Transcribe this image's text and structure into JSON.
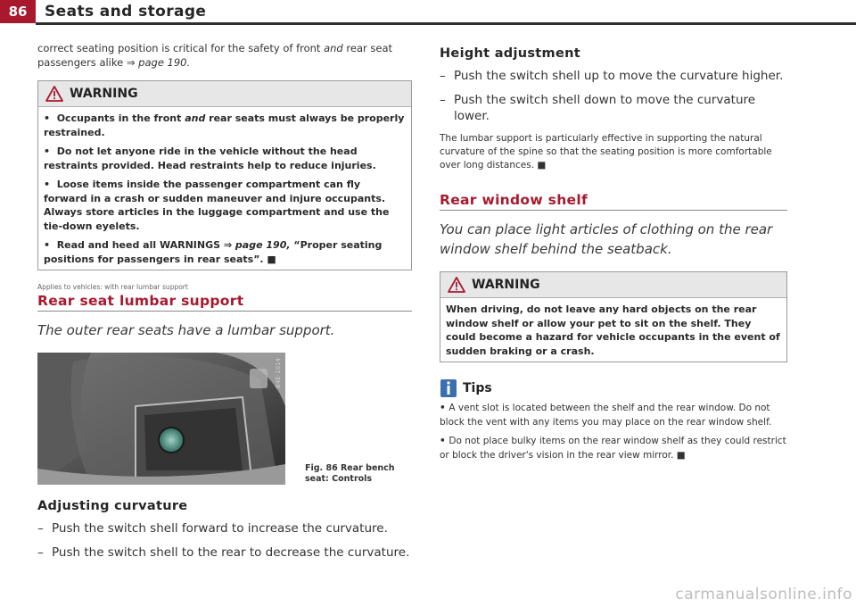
{
  "header": {
    "page_number": "86",
    "title": "Seats and storage"
  },
  "left": {
    "intro_text": "correct seating position is critical for the safety of front ",
    "intro_and": "and",
    "intro_text2": " rear seat passengers alike ",
    "intro_xref": "⇒ page 190.",
    "warning": {
      "title": "WARNING",
      "items": [
        {
          "a": "Occupants in the front ",
          "b": "and",
          "c": " rear seats must always be properly restrained."
        },
        {
          "a": "Do not let anyone ride in the vehicle without the head restraints provided. Head restraints help to reduce injuries."
        },
        {
          "a": "Loose items inside the passenger compartment can fly forward in a crash or sudden maneuver and injure occupants. Always store articles in the luggage compartment and use the tie-down eyelets."
        },
        {
          "a": "Read and heed all WARNINGS ",
          "b": "⇒ page 190,",
          "c": " “Proper seating positions for passengers in rear seats”. ■"
        }
      ]
    },
    "applies_to": "Applies to vehicles: with rear lumbar support",
    "section_title": "Rear seat lumbar support",
    "section_intro": "The outer rear seats have a lumbar support.",
    "figure": {
      "code": "B4E-1014",
      "caption": "Fig. 86  Rear bench seat: Controls"
    },
    "adjust_title": "Adjusting curvature",
    "adjust_steps": [
      "Push the switch shell forward to increase the curvature.",
      "Push the switch shell to the rear to decrease the curvature."
    ]
  },
  "right": {
    "height_title": "Height adjustment",
    "height_steps": [
      "Push the switch shell up to move the curvature higher.",
      "Push the switch shell down to move the curvature lower."
    ],
    "lumbar_note": "The lumbar support is particularly effective in supporting the natural curvature of the spine so that the seating position is more comfortable over long distances. ■",
    "shelf_title": "Rear window shelf",
    "shelf_intro": "You can place light articles of clothing on the rear window shelf behind the seatback.",
    "warning": {
      "title": "WARNING",
      "text": "When driving, do not leave any hard objects on the rear window shelf or allow your pet to sit on the shelf. They could become a hazard for vehicle occupants in the event of sudden braking or a crash."
    },
    "tips": {
      "title": "Tips",
      "items": [
        "A vent slot is located between the shelf and the rear window. Do not block the vent with any items you may place on the rear window shelf.",
        "Do not place bulky items on the rear window shelf as they could restrict or block the driver's vision in the rear view mirror. ■"
      ]
    }
  },
  "watermark": "carmanualsonline.info",
  "colors": {
    "accent": "#a8192e",
    "rule": "#2e2e2e",
    "warning_bg": "#e7e7e7"
  }
}
